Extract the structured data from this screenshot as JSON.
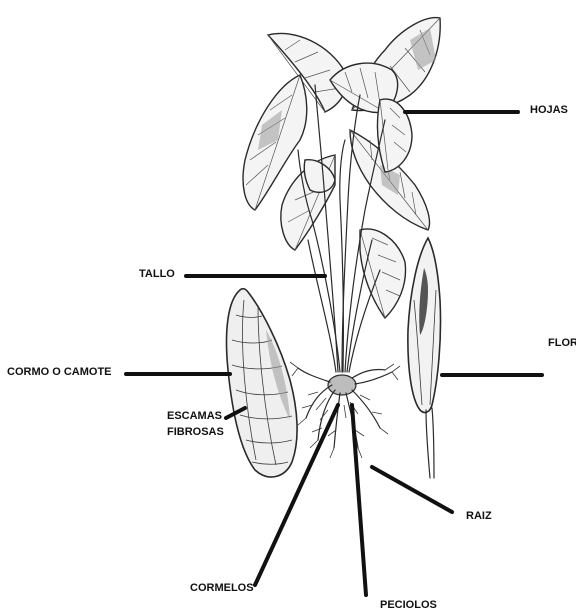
{
  "labels": {
    "hojas": "HOJAS",
    "tallo": "TALLO",
    "flor": "FLOR",
    "cormo": "CORMO  O CAMOTE",
    "escamas_line1": "ESCAMAS",
    "escamas_line2": "FIBROSAS",
    "raiz": "RAIZ",
    "cormelos": "CORMELOS",
    "peciolos": "PECIOLOS"
  },
  "colors": {
    "ink": "#111111",
    "background": "#ffffff"
  }
}
